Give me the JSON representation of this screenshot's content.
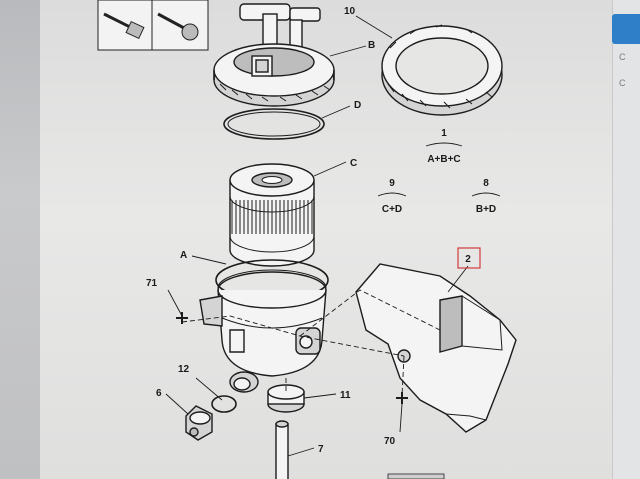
{
  "callouts": {
    "c10": "10",
    "cB": "B",
    "cD": "D",
    "cC": "C",
    "cA": "A",
    "c71": "71",
    "c12": "12",
    "c6": "6",
    "c11": "11",
    "c7": "7",
    "c70": "70",
    "c2": "2"
  },
  "kits": [
    {
      "number": "1",
      "formula": "A+B+C"
    },
    {
      "number": "9",
      "formula": "C+D"
    },
    {
      "number": "8",
      "formula": "B+D"
    }
  ],
  "highlight_color": "#d23b3b"
}
